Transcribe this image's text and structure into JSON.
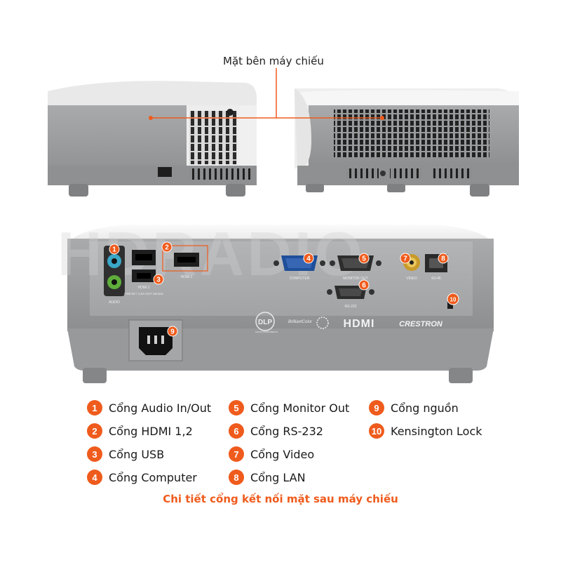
{
  "top_label": "Mặt bên máy chiếu",
  "watermark": "HDRADIO",
  "port_labels": {
    "audio": "AUDIO",
    "hdmi1": "HDMI 1",
    "hdmi2": "HDMI 2",
    "usb": "USB 5V / 1.5A OUT\nService",
    "computer": "COMPUTER",
    "monitor_out": "MONITOR OUT",
    "rs232": "RS-232",
    "video": "VIDEO",
    "rj45": "RJ-45"
  },
  "logos": {
    "dlp": "DLP",
    "dlp_sub": "TEXAS INSTRUMENTS",
    "brilliant": "BrilliantColor",
    "hdmi": "HDMI",
    "crestron": "CRESTRON"
  },
  "badges": [
    "1",
    "2",
    "3",
    "4",
    "5",
    "6",
    "7",
    "8",
    "9",
    "10"
  ],
  "legend": [
    {
      "num": "1",
      "text": "Cổng Audio In/Out"
    },
    {
      "num": "2",
      "text": "Cổng HDMI 1,2"
    },
    {
      "num": "3",
      "text": "Cổng USB"
    },
    {
      "num": "4",
      "text": "Cổng Computer"
    },
    {
      "num": "5",
      "text": "Cổng Monitor Out"
    },
    {
      "num": "6",
      "text": "Cổng RS-232"
    },
    {
      "num": "7",
      "text": "Cổng Video"
    },
    {
      "num": "8",
      "text": "Cổng LAN"
    },
    {
      "num": "9",
      "text": "Cổng nguồn"
    },
    {
      "num": "10",
      "text": "Kensington Lock"
    }
  ],
  "caption": "Chi tiết cổng kết nối mặt sau máy chiếu",
  "colors": {
    "accent": "#ef5b1c",
    "body_gray": "#9c9d9f",
    "top_white": "#f2f2f2"
  }
}
